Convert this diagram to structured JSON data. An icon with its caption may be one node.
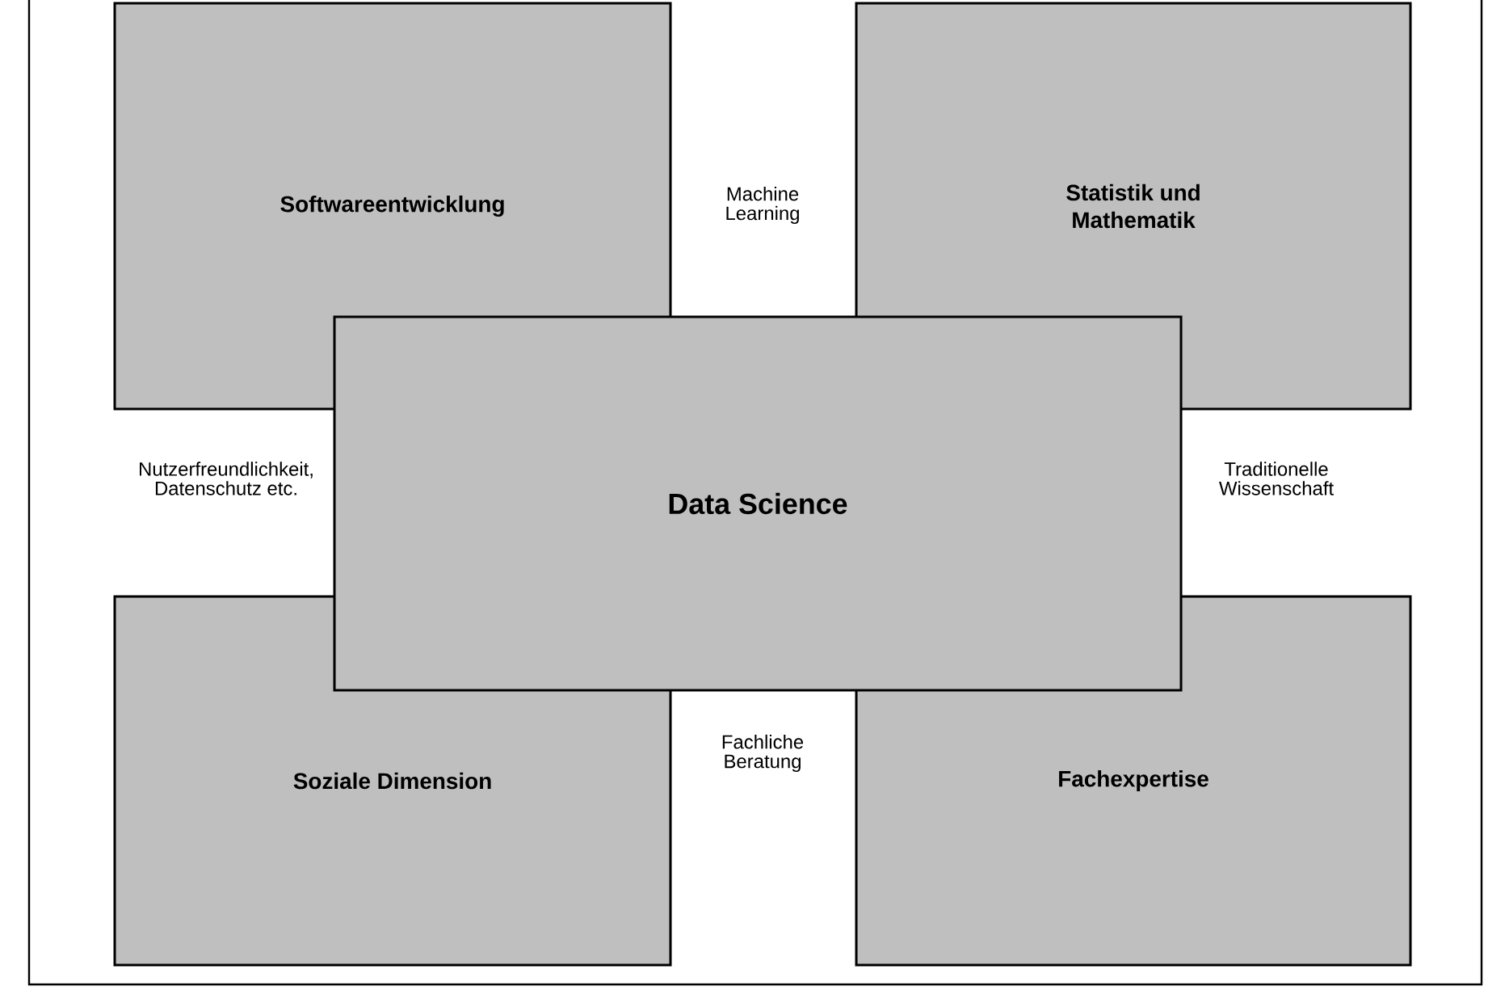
{
  "diagram": {
    "nodes": [
      {
        "text": [
          "Softwareentwicklung"
        ]
      },
      {
        "text": [
          "Statistik und Mathematik"
        ]
      },
      {
        "text": [
          "Data Science"
        ]
      },
      {
        "text": [
          "Soziale Dimension"
        ]
      },
      {
        "text": [
          "Fachexpertise"
        ]
      }
    ],
    "labels": [
      "Machine Learning",
      "Nutzerfreundlichkeit, Datenschutz etc.",
      "Traditionelle Wissenschaft",
      "Fachliche Beratung"
    ]
  }
}
